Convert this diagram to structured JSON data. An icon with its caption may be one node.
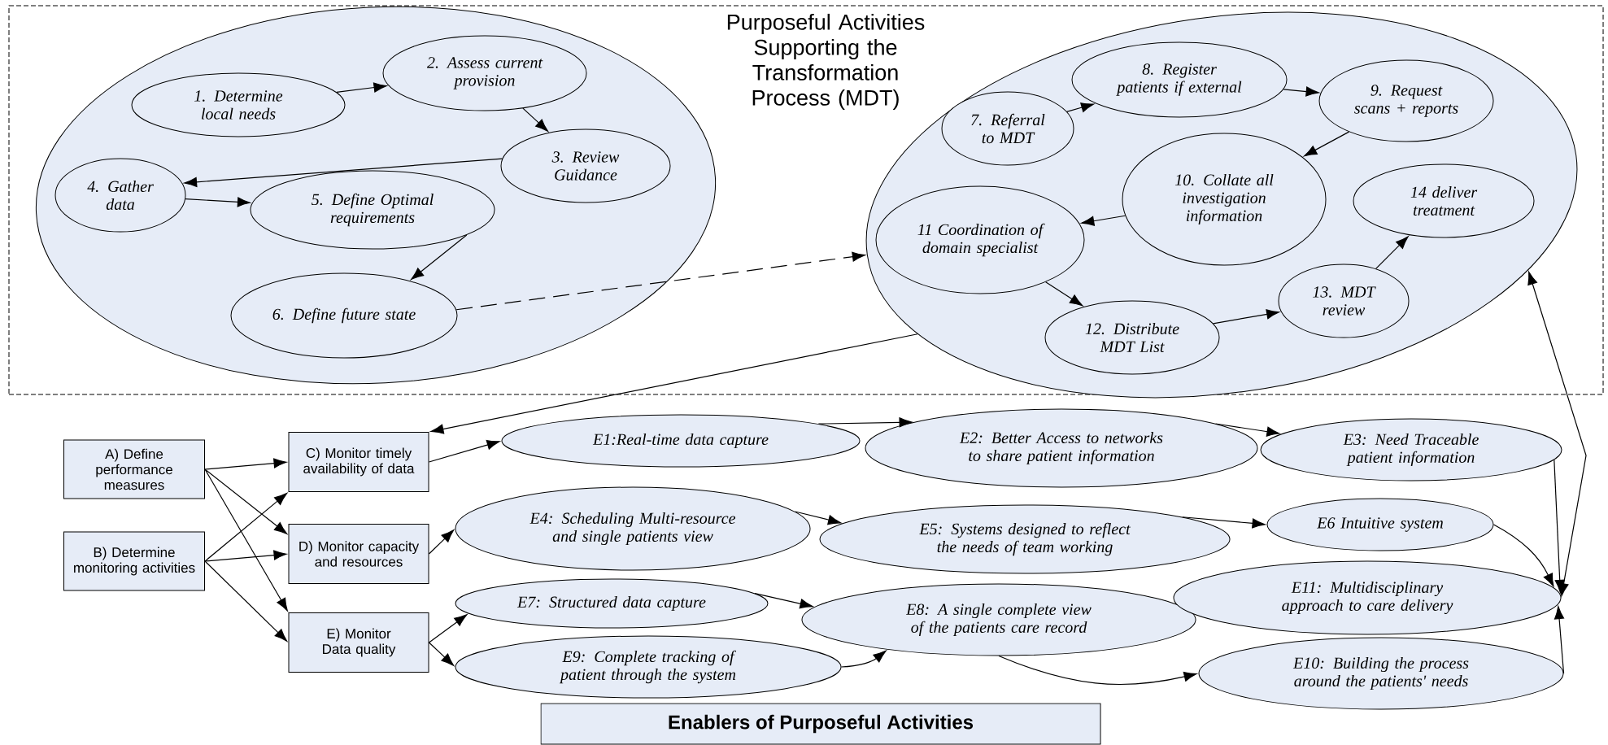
{
  "diagram": {
    "nodes": [
      {
        "text": [
          "Purposeful Activities Supporting the Transformation Process (MDT)"
        ]
      },
      {
        "text": [],
        "shape": "ellipse",
        "in": 0
      },
      {
        "text": [
          "1. Determine local needs"
        ],
        "in": 1
      },
      {
        "text": [
          "2. Assess current provision"
        ],
        "in": 1
      },
      {
        "text": [
          "3. Review Guidance"
        ],
        "in": 1
      },
      {
        "text": [
          "4. Gather data"
        ],
        "in": 1
      },
      {
        "text": [
          "5. Define Optimal requirements"
        ],
        "in": 1
      },
      {
        "text": [
          "6. Define future state"
        ],
        "in": 1
      },
      {
        "text": [],
        "shape": "ellipse",
        "in": 0
      },
      {
        "text": [
          "7. Referral to MDT"
        ],
        "in": 8
      },
      {
        "text": [
          "8. Register patients if external"
        ],
        "in": 8
      },
      {
        "text": [
          "9. Request scans + reports"
        ],
        "in": 8
      },
      {
        "text": [
          "10. Collate all investigation information"
        ],
        "in": 8
      },
      {
        "text": [
          "11 Coordination of domain specialist"
        ],
        "in": 8
      },
      {
        "text": [
          "12. Distribute MDT List"
        ],
        "in": 8
      },
      {
        "text": [
          "13. MDT review"
        ],
        "in": 8
      },
      {
        "text": [
          "14 deliver treatment"
        ],
        "in": 8
      },
      {
        "text": [
          "A) Define performance measures"
        ]
      },
      {
        "text": [
          "B) Determine monitoring activities"
        ]
      },
      {
        "text": [
          "C) Monitor timely availability of data"
        ]
      },
      {
        "text": [
          "D) Monitor capacity and resources"
        ]
      },
      {
        "text": [
          "E) Monitor Data quality"
        ]
      },
      {
        "text": [
          "E1:Real-time data capture"
        ]
      },
      {
        "text": [
          "E2: Better Access to networks to share patient information"
        ]
      },
      {
        "text": [
          "E3: Need Traceable patient information"
        ]
      },
      {
        "text": [
          "E4: Scheduling Multi-resource and single patients view"
        ]
      },
      {
        "text": [
          "E5: Systems designed to reflect the needs of team working"
        ]
      },
      {
        "text": [
          "E6 Intuitive system"
        ]
      },
      {
        "text": [
          "E7: Structured data capture"
        ]
      },
      {
        "text": [
          "E8: A single complete view of the patients care record"
        ]
      },
      {
        "text": [
          "E9: Complete tracking of patient through the system"
        ]
      },
      {
        "text": [
          "E11: Multidisciplinary approach to care delivery"
        ]
      },
      {
        "text": [
          "E10: Building the process around the patients' needs"
        ]
      },
      {
        "text": [
          "Enablers of Purposeful Activities"
        ]
      }
    ],
    "edges": [
      {
        "from": 2,
        "to": 3,
        "arrow": "to"
      },
      {
        "from": 3,
        "to": 4,
        "arrow": "to"
      },
      {
        "from": 4,
        "to": 5,
        "arrow": "to"
      },
      {
        "from": 5,
        "to": 6,
        "arrow": "to"
      },
      {
        "from": 6,
        "to": 7,
        "arrow": "to"
      },
      {
        "from": 7,
        "to": 8,
        "arrow": "to",
        "style": "dashed"
      },
      {
        "from": 9,
        "to": 10,
        "arrow": "to"
      },
      {
        "from": 10,
        "to": 11,
        "arrow": "to"
      },
      {
        "from": 11,
        "to": 12,
        "arrow": "to"
      },
      {
        "from": 12,
        "to": 13,
        "arrow": "to"
      },
      {
        "from": 13,
        "to": 14,
        "arrow": "to"
      },
      {
        "from": 14,
        "to": 15,
        "arrow": "to"
      },
      {
        "from": 15,
        "to": 16,
        "arrow": "to"
      },
      {
        "from": 8,
        "to": 19,
        "arrow": "to"
      },
      {
        "from": 17,
        "to": 19,
        "arrow": "to"
      },
      {
        "from": 17,
        "to": 20,
        "arrow": "to"
      },
      {
        "from": 17,
        "to": 21,
        "arrow": "to"
      },
      {
        "from": 18,
        "to": 19,
        "arrow": "to"
      },
      {
        "from": 18,
        "to": 20,
        "arrow": "to"
      },
      {
        "from": 18,
        "to": 21,
        "arrow": "to"
      },
      {
        "from": 19,
        "to": 22,
        "arrow": "to"
      },
      {
        "from": 20,
        "to": 25,
        "arrow": "to"
      },
      {
        "from": 21,
        "to": 28,
        "arrow": "to"
      },
      {
        "from": 21,
        "to": 30,
        "arrow": "to"
      },
      {
        "from": 22,
        "to": 23,
        "arrow": "to"
      },
      {
        "from": 23,
        "to": 24,
        "arrow": "to"
      },
      {
        "from": 25,
        "to": 26,
        "arrow": "to"
      },
      {
        "from": 26,
        "to": 27,
        "arrow": "to"
      },
      {
        "from": 28,
        "to": 29,
        "arrow": "to"
      },
      {
        "from": 30,
        "to": 29,
        "arrow": "to"
      },
      {
        "from": 29,
        "to": 32,
        "arrow": "to"
      },
      {
        "from": 27,
        "to": 31,
        "arrow": "to"
      },
      {
        "from": 24,
        "to": 31,
        "arrow": "to"
      },
      {
        "from": 32,
        "to": 31,
        "arrow": "to"
      },
      {
        "from": 31,
        "to": 8,
        "arrow": "both"
      }
    ]
  }
}
